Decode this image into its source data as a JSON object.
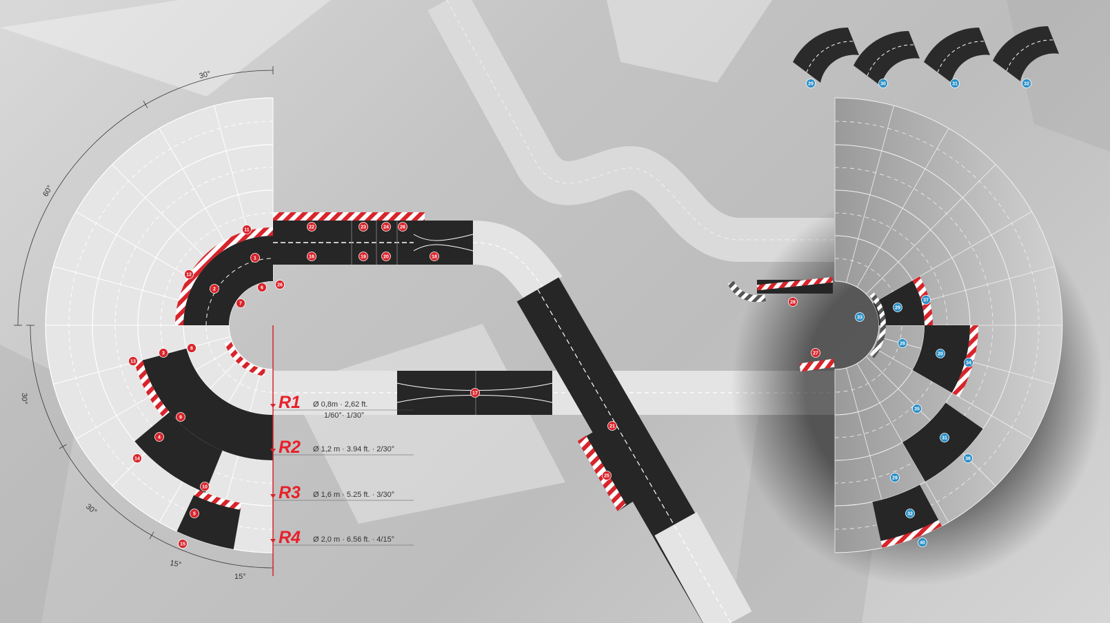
{
  "colors": {
    "track_dark": "#262626",
    "track_light": "#e4e4e4",
    "kerb_red": "#d8242b",
    "kerb_white": "#ffffff",
    "badge_red": "#d8242b",
    "badge_blue": "#2a8fc7",
    "label_red": "#e8202a"
  },
  "radius_legend": [
    {
      "label": "R1",
      "line1": "Ø 0,8m · 2,62 ft.",
      "line2": "1/60°· 1/30°"
    },
    {
      "label": "R2",
      "line1": "Ø 1,2 m · 3.94 ft. · 2/30°",
      "line2": ""
    },
    {
      "label": "R3",
      "line1": "Ø 1,6 m · 5.25 ft. · 3/30°",
      "line2": ""
    },
    {
      "label": "R4",
      "line1": "Ø 2,0 m · 6.56 ft. · 4/15°",
      "line2": ""
    }
  ],
  "angle_labels": [
    "30°",
    "60°",
    "30°",
    "30°",
    "15°",
    "15°"
  ],
  "red_badges": [
    "1",
    "2",
    "3",
    "4",
    "5",
    "6",
    "7",
    "8",
    "9",
    "10",
    "11",
    "12",
    "13",
    "14",
    "15",
    "16",
    "17",
    "18",
    "19",
    "20",
    "21",
    "22",
    "23",
    "24",
    "25",
    "26",
    "26",
    "27",
    "28"
  ],
  "blue_badges_top": [
    "29",
    "30",
    "31",
    "32"
  ],
  "blue_badges_right": [
    "29",
    "37",
    "33",
    "20",
    "28",
    "34",
    "35",
    "31",
    "36",
    "29",
    "32",
    "40"
  ]
}
